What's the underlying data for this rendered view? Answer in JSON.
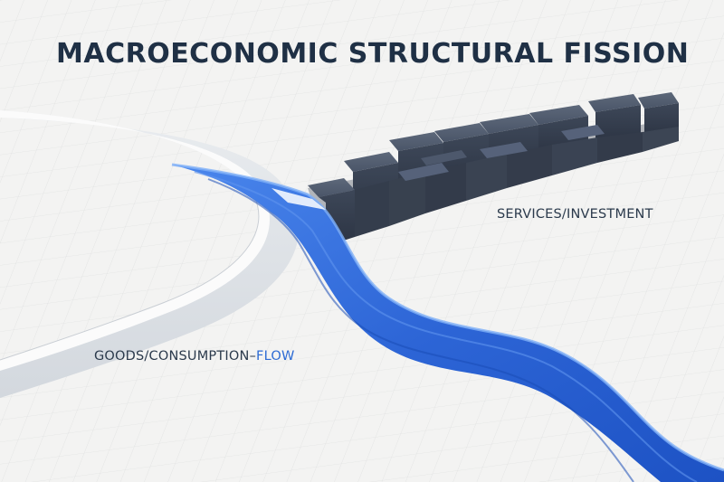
{
  "title": "MACROECONOMIC STRUCTURAL FISSION",
  "labels": {
    "services": "SERVICES/INVESTMENT",
    "goods_prefix": "GOODS/CONSUMPTION–",
    "goods_flow": "FLOW"
  },
  "colors": {
    "background": "#f3f3f2",
    "title": "#1f3045",
    "label": "#2b3a4c",
    "flow_accent": "#2d6bd4",
    "blue_stream": "#2f68d8",
    "dark_blocks": "#3b4658",
    "white_ribbon": "#f7f8f8"
  },
  "icons": {
    "blocks": "stacked-blocks-icon",
    "stream": "blue-stream-icon",
    "ribbon": "white-ribbon-icon"
  }
}
